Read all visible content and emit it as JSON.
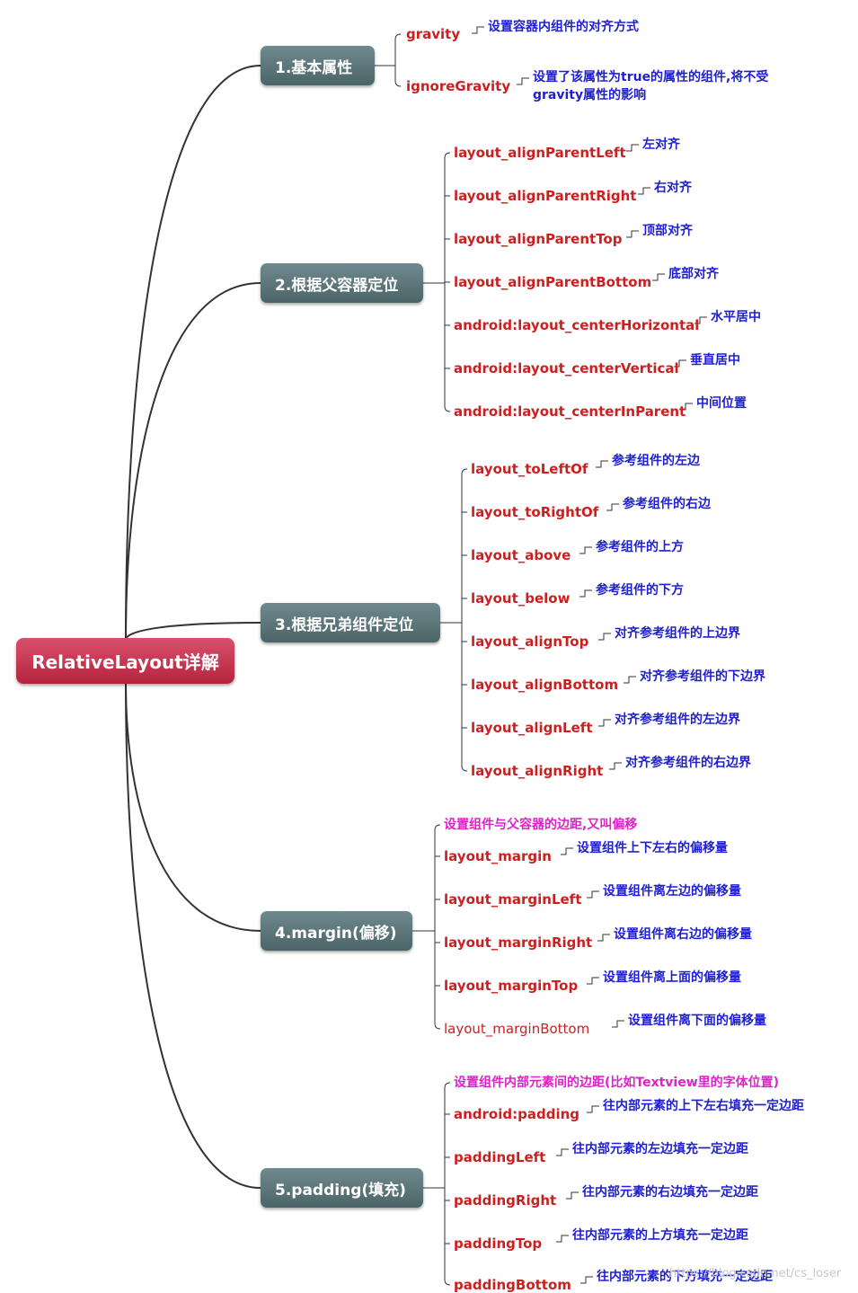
{
  "root": {
    "label": "RelativeLayout详解"
  },
  "branches": [
    {
      "label": "1.基本属性",
      "items": [
        {
          "attr": "gravity",
          "desc": "设置容器内组件的对齐方式"
        },
        {
          "attr": "ignoreGravity",
          "desc_lines": [
            "设置了该属性为true的属性的组件,将不受",
            "gravity属性的影响"
          ]
        }
      ]
    },
    {
      "label": "2.根据父容器定位",
      "items": [
        {
          "attr": "layout_alignParentLeft",
          "desc": "左对齐"
        },
        {
          "attr": "layout_alignParentRight",
          "desc": "右对齐"
        },
        {
          "attr": "layout_alignParentTop",
          "desc": "顶部对齐"
        },
        {
          "attr": "layout_alignParentBottom",
          "desc": "底部对齐"
        },
        {
          "attr": "android:layout_centerHorizontal",
          "desc": "水平居中"
        },
        {
          "attr": "android:layout_centerVertical",
          "desc": "垂直居中"
        },
        {
          "attr": "android:layout_centerInParent",
          "desc": "中间位置"
        }
      ]
    },
    {
      "label": "3.根据兄弟组件定位",
      "items": [
        {
          "attr": "layout_toLeftOf",
          "desc": "参考组件的左边"
        },
        {
          "attr": "layout_toRightOf",
          "desc": "参考组件的右边"
        },
        {
          "attr": "layout_above",
          "desc": "参考组件的上方"
        },
        {
          "attr": "layout_below",
          "desc": "参考组件的下方"
        },
        {
          "attr": "layout_alignTop",
          "desc": "对齐参考组件的上边界"
        },
        {
          "attr": "layout_alignBottom",
          "desc": "对齐参考组件的下边界"
        },
        {
          "attr": "layout_alignLeft",
          "desc": "对齐参考组件的左边界"
        },
        {
          "attr": "layout_alignRight",
          "desc": "对齐参考组件的右边界"
        }
      ]
    },
    {
      "label": "4.margin(偏移)",
      "note": "设置组件与父容器的边距,又叫偏移",
      "items": [
        {
          "attr": "layout_margin",
          "desc": "设置组件上下左右的偏移量"
        },
        {
          "attr": "layout_marginLeft",
          "desc": "设置组件离左边的偏移量"
        },
        {
          "attr": "layout_marginRight",
          "desc": "设置组件离右边的偏移量"
        },
        {
          "attr": "layout_marginTop",
          "desc": "设置组件离上面的偏移量"
        },
        {
          "attr": "layout_marginBottom",
          "desc": "设置组件离下面的偏移量"
        }
      ]
    },
    {
      "label": "5.padding(填充)",
      "note": "设置组件内部元素间的边距(比如Textview里的字体位置)",
      "items": [
        {
          "attr": "android:padding",
          "desc": "往内部元素的上下左右填充一定边距"
        },
        {
          "attr": "paddingLeft",
          "desc": "往内部元素的左边填充一定边距"
        },
        {
          "attr": "paddingRight",
          "desc": "往内部元素的右边填充一定边距"
        },
        {
          "attr": "paddingTop",
          "desc": "往内部元素的上方填充一定边距"
        },
        {
          "attr": "paddingBottom",
          "desc": "往内部元素的下方填充一定边距"
        }
      ]
    }
  ],
  "watermark": "https://blog.csdn.net/cs_loser",
  "colors": {
    "root": "#c0304a",
    "branch": "#5a7478",
    "attr": "#cc1f1f",
    "desc": "#1f1fd0",
    "note": "#e020c8",
    "connector": "#333333"
  }
}
